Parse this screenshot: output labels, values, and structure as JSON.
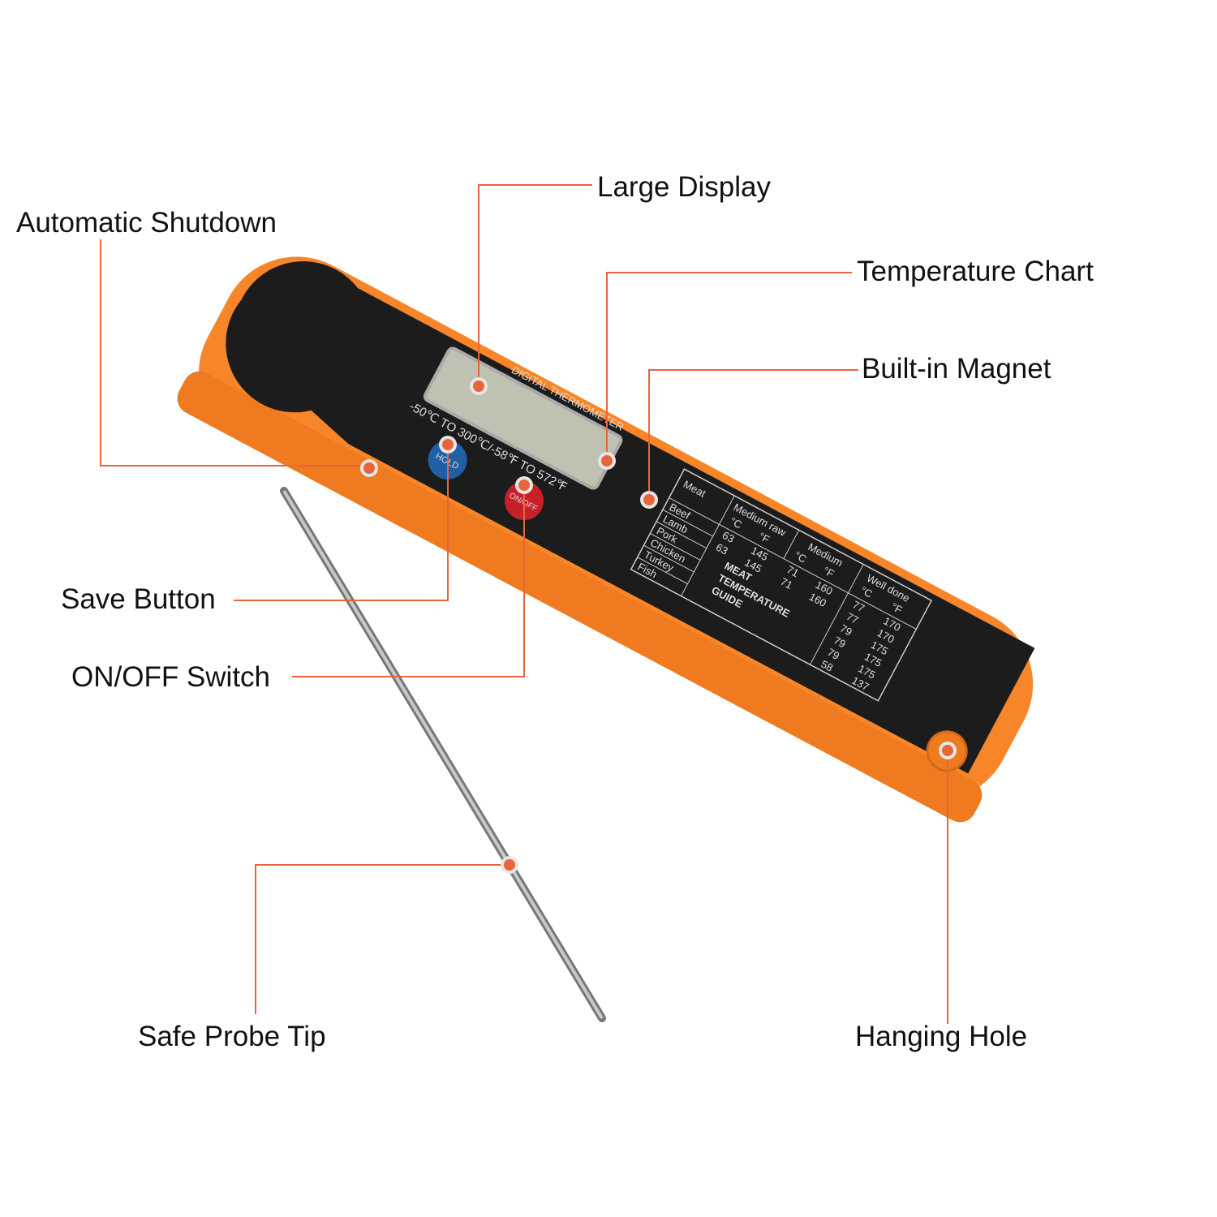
{
  "callouts": {
    "large_display": "Large Display",
    "automatic_shutdown": "Automatic Shutdown",
    "temperature_chart": "Temperature Chart",
    "built_in_magnet": "Built-in Magnet",
    "save_button": "Save Button",
    "on_off_switch": "ON/OFF Switch",
    "safe_probe_tip": "Safe Probe Tip",
    "hanging_hole": "Hanging Hole"
  },
  "device": {
    "label": "DIGITAL THERMOMETER",
    "range": "-50℃ TO 300℃/-58℉ TO 572℉",
    "hold_button": "HOLD",
    "on_off_button": "ON/OFF",
    "body_color": "#f7862a",
    "face_color": "#1c1c1c"
  },
  "temp_chart": {
    "title": "Meat",
    "columns": [
      "Medium raw",
      "Medium",
      "Well done"
    ],
    "unit_c": "°C",
    "unit_f": "°F",
    "meats": [
      "Beef",
      "Lamb",
      "Pork",
      "Chicken",
      "Turkey",
      "Fish"
    ],
    "medium_raw": [
      [
        "63",
        "145"
      ],
      [
        "63",
        "145"
      ]
    ],
    "medium": [
      [
        "71",
        "160"
      ],
      [
        "71",
        "160"
      ]
    ],
    "well_done": [
      [
        "77",
        "170"
      ],
      [
        "77",
        "170"
      ],
      [
        "79",
        "175"
      ],
      [
        "79",
        "175"
      ],
      [
        "79",
        "175"
      ],
      [
        "58",
        "137"
      ]
    ],
    "guide": [
      "MEAT",
      "TEMPERATURE",
      "GUIDE"
    ]
  },
  "accent_color": "#e8643a"
}
